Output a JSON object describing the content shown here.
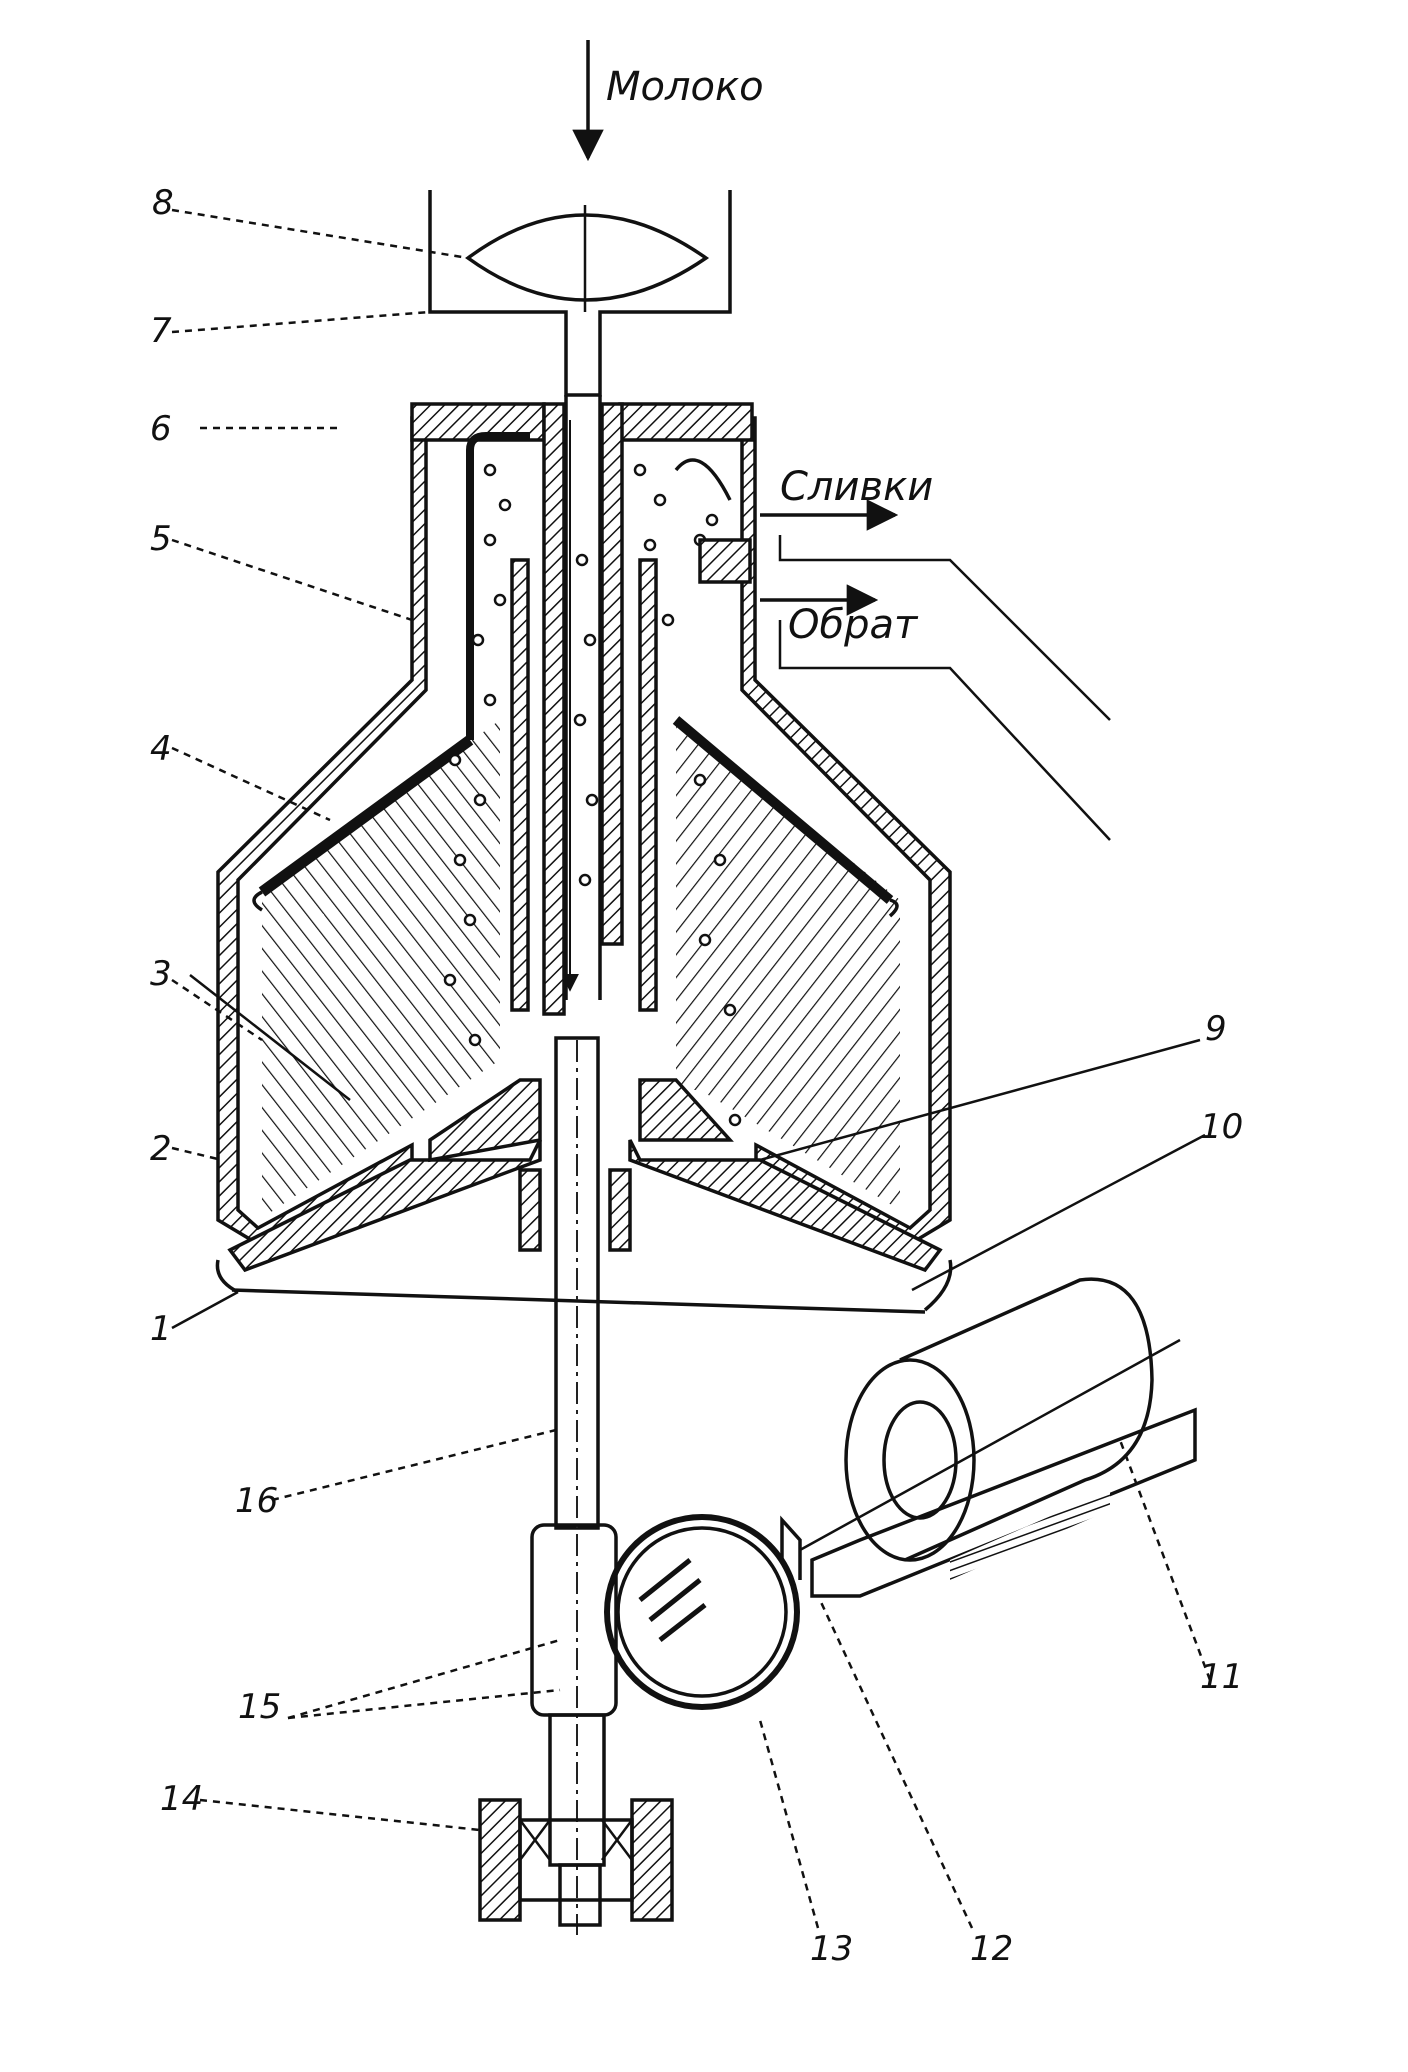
{
  "flows": {
    "milk": "Молоко",
    "cream": "Сливки",
    "skim": "Обрат"
  },
  "labels": {
    "l1": "1",
    "l2": "2",
    "l3": "3",
    "l4": "4",
    "l5": "5",
    "l6": "6",
    "l7": "7",
    "l8": "8",
    "l9": "9",
    "l10": "10",
    "l11": "11",
    "l12": "12",
    "l13": "13",
    "l14": "14",
    "l15": "15",
    "l16": "16"
  }
}
